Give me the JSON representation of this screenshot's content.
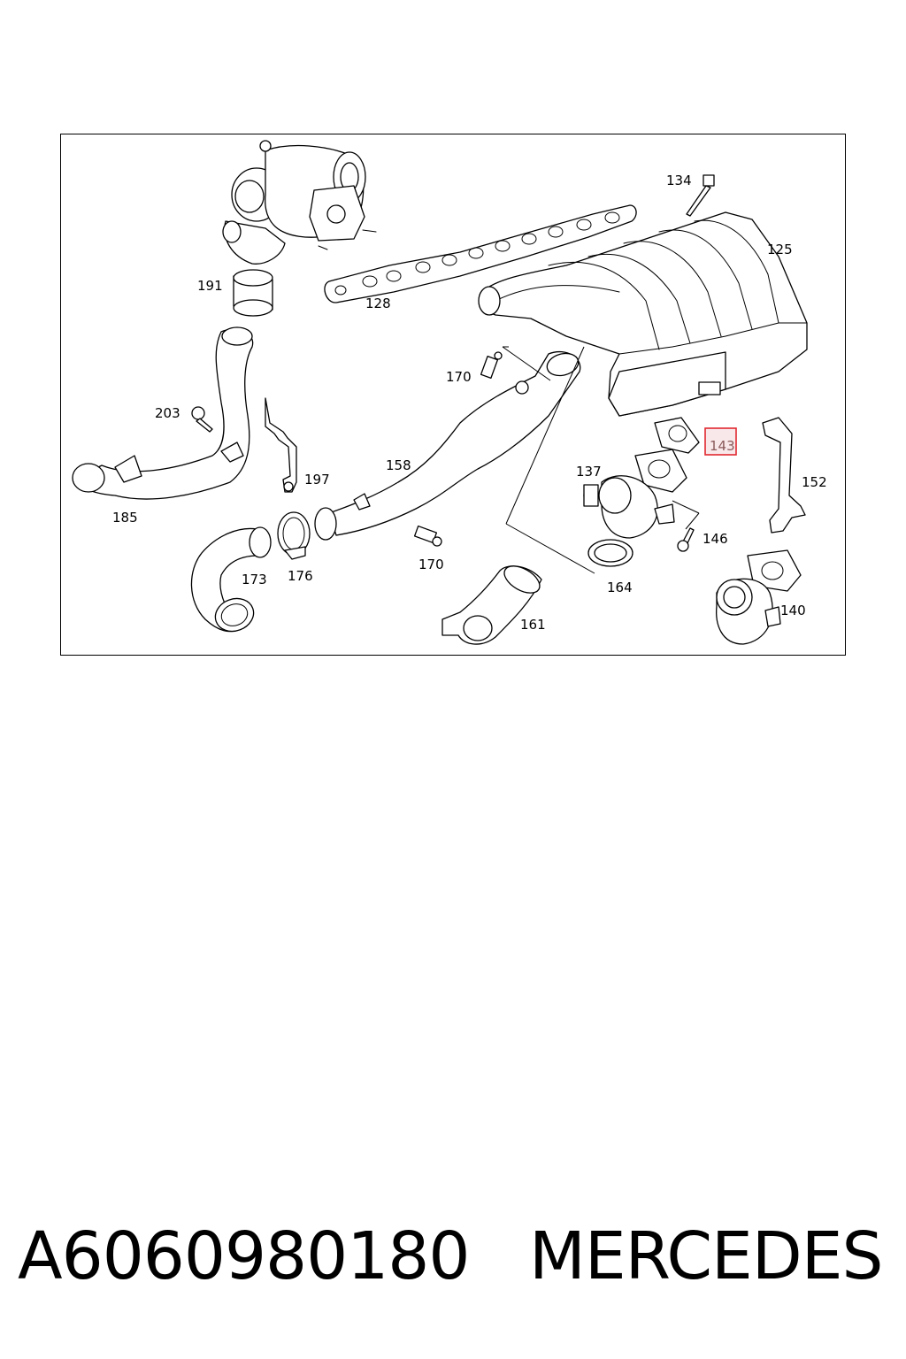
{
  "diagram": {
    "callouts": {
      "c125": "125",
      "c128": "128",
      "c134": "134",
      "c137": "137",
      "c140": "140",
      "c143": "143",
      "c146": "146",
      "c152": "152",
      "c158": "158",
      "c161": "161",
      "c164": "164",
      "c170a": "170",
      "c170b": "170",
      "c173": "173",
      "c176": "176",
      "c185": "185",
      "c191": "191",
      "c197": "197",
      "c203": "203"
    },
    "highlighted_callout": "143",
    "highlight_color": "#e0282e"
  },
  "footer": {
    "part_number": "A6060980180",
    "brand": "MERCEDES"
  }
}
